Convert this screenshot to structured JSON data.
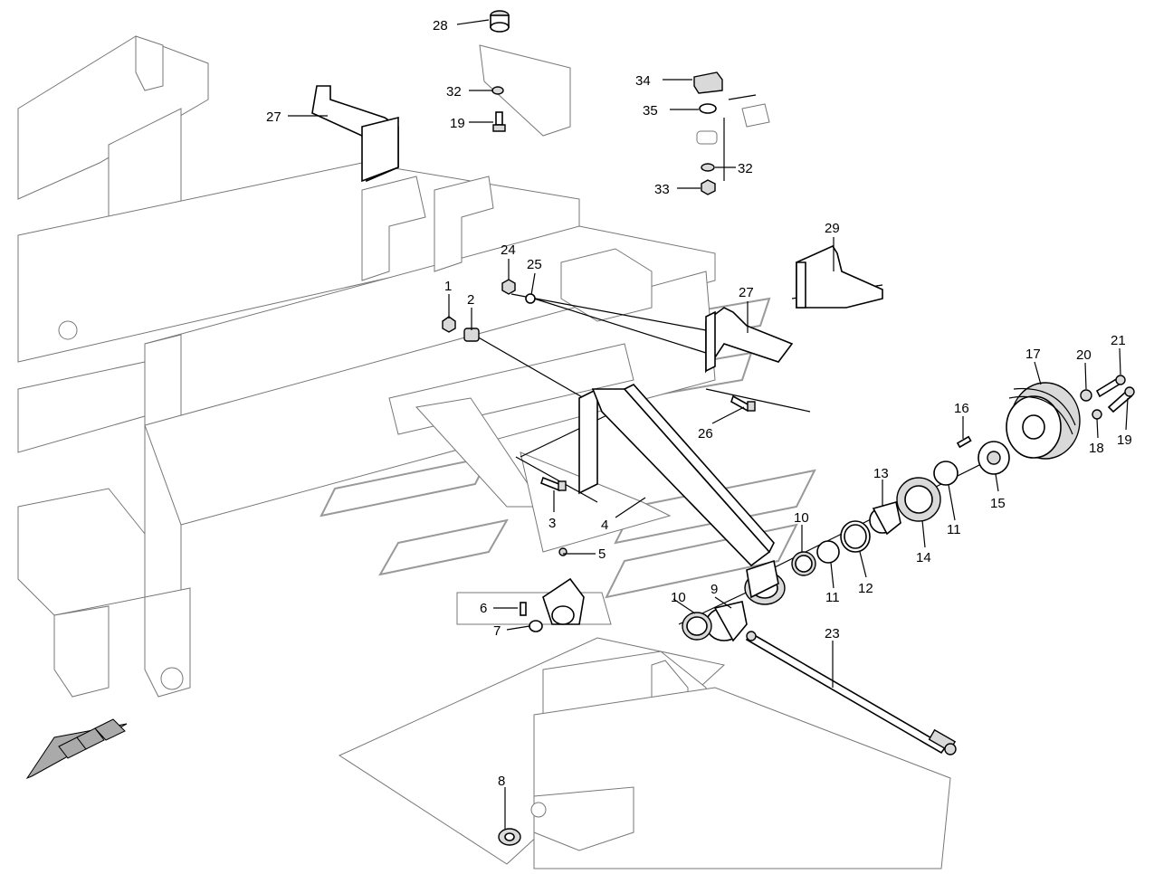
{
  "diagram": {
    "callouts": [
      "1",
      "2",
      "3",
      "4",
      "5",
      "6",
      "7",
      "8",
      "9",
      "10",
      "10",
      "11",
      "11",
      "12",
      "13",
      "14",
      "15",
      "16",
      "17",
      "18",
      "19",
      "19",
      "20",
      "21",
      "23",
      "24",
      "25",
      "26",
      "27",
      "27",
      "28",
      "29",
      "32",
      "32",
      "33",
      "34",
      "35"
    ]
  }
}
